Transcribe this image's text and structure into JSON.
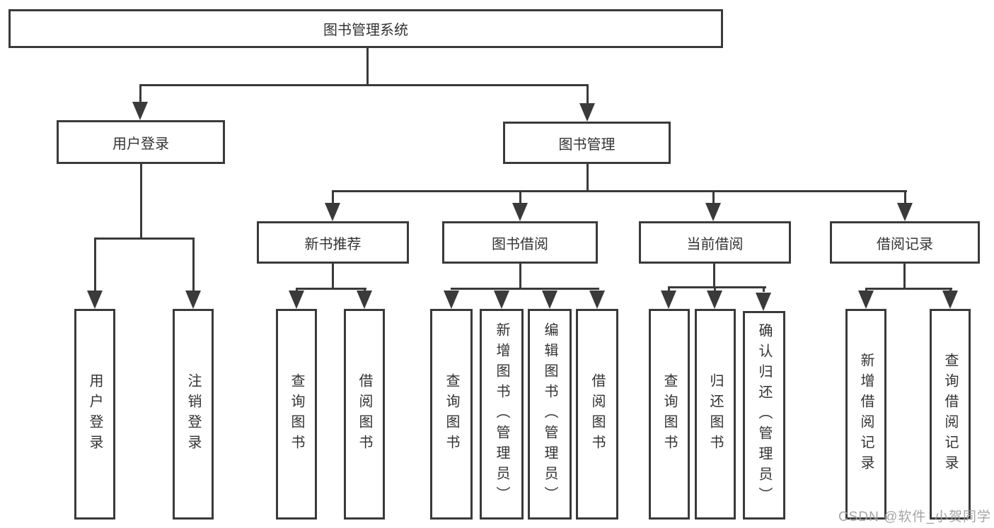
{
  "colors": {
    "line": "#3a3a3a",
    "text": "#333333",
    "background": "#ffffff",
    "watermark_text": "#a0a0a0"
  },
  "tree": {
    "label": "图书管理系统",
    "children": [
      {
        "label": "用户登录",
        "children": [
          {
            "label": "用户登录"
          },
          {
            "label": "注销登录"
          }
        ]
      },
      {
        "label": "图书管理",
        "children": [
          {
            "label": "新书推荐",
            "children": [
              {
                "label": "查询图书"
              },
              {
                "label": "借阅图书"
              }
            ]
          },
          {
            "label": "图书借阅",
            "children": [
              {
                "label": "查询图书"
              },
              {
                "label": "新增图书（管理员）"
              },
              {
                "label": "编辑图书（管理员）"
              },
              {
                "label": "借阅图书"
              }
            ]
          },
          {
            "label": "当前借阅",
            "children": [
              {
                "label": "查询图书"
              },
              {
                "label": "归还图书"
              },
              {
                "label": "确认归还（管理员）"
              }
            ]
          },
          {
            "label": "借阅记录",
            "children": [
              {
                "label": "新增借阅记录"
              },
              {
                "label": "查询借阅记录"
              }
            ]
          }
        ]
      }
    ]
  },
  "watermark": {
    "text": "CSDN @软件_小贺同学"
  }
}
